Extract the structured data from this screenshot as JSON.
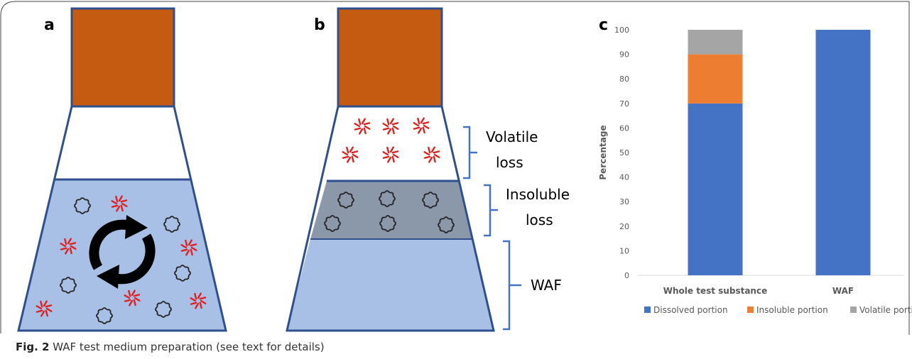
{
  "panel_a": {
    "letter": "a"
  },
  "panel_b": {
    "letter": "b",
    "labels": {
      "volatile_line1": "Volatile",
      "volatile_line2": "loss",
      "insoluble_line1": "Insoluble",
      "insoluble_line2": "loss",
      "waf": "WAF"
    }
  },
  "panel_c": {
    "letter": "c"
  },
  "caption": {
    "label": "Fig. 2",
    "text": "WAF test medium preparation (see text for details)"
  },
  "colors": {
    "stopper": "#c55a11",
    "outline": "#2f4f8f",
    "liquid": "#a9c0e6",
    "insoluble_band": "#8b98aa",
    "volatile_mark": "#e02020",
    "insoluble_mark": "#222222",
    "bracket": "#4472c4"
  },
  "chart_data": {
    "type": "bar",
    "stacked": true,
    "categories": [
      "Whole test substance",
      "WAF"
    ],
    "series": [
      {
        "name": "Dissolved portion",
        "values": [
          70,
          100
        ],
        "color": "#4472c4"
      },
      {
        "name": "Insoluble portion",
        "values": [
          20,
          0
        ],
        "color": "#ed7d31"
      },
      {
        "name": "Volatile portion",
        "values": [
          10,
          0
        ],
        "color": "#a5a5a5"
      }
    ],
    "ylabel": "Percentage",
    "xlabel": "",
    "ylim": [
      0,
      100
    ],
    "yticks": [
      0,
      10,
      20,
      30,
      40,
      50,
      60,
      70,
      80,
      90,
      100
    ],
    "legend": "bottom",
    "grid": false
  }
}
